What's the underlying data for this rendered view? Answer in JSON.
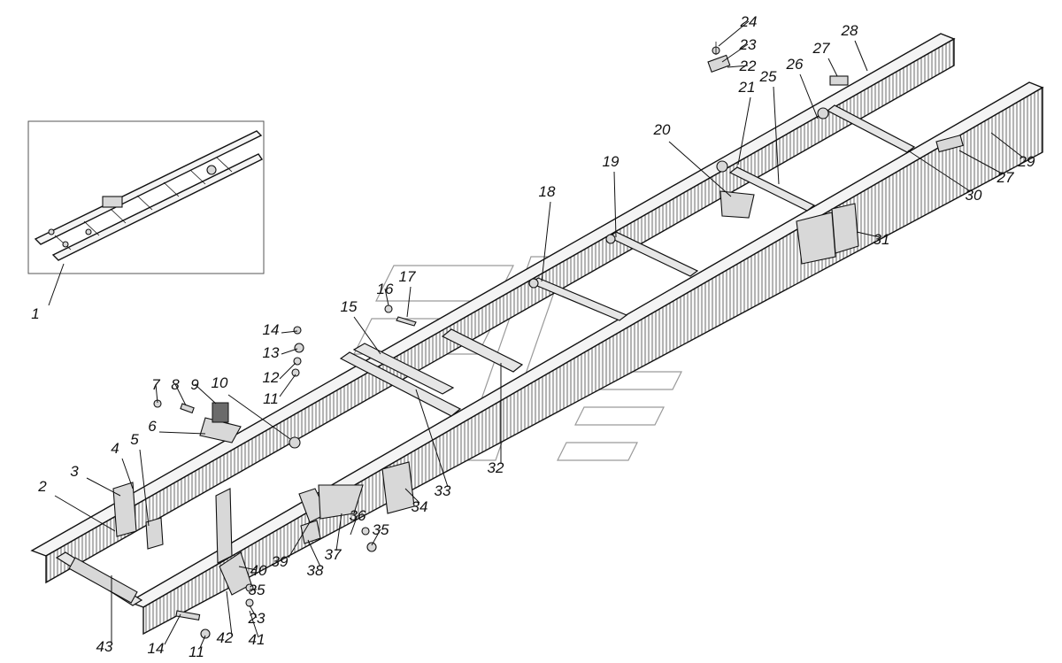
{
  "callouts": [
    {
      "label": "1"
    },
    {
      "label": "2"
    },
    {
      "label": "3"
    },
    {
      "label": "4"
    },
    {
      "label": "5"
    },
    {
      "label": "6"
    },
    {
      "label": "7"
    },
    {
      "label": "8"
    },
    {
      "label": "9"
    },
    {
      "label": "10"
    },
    {
      "label": "11"
    },
    {
      "label": "12"
    },
    {
      "label": "13"
    },
    {
      "label": "14"
    },
    {
      "label": "15"
    },
    {
      "label": "16"
    },
    {
      "label": "17"
    },
    {
      "label": "18"
    },
    {
      "label": "19"
    },
    {
      "label": "20"
    },
    {
      "label": "21"
    },
    {
      "label": "22"
    },
    {
      "label": "23"
    },
    {
      "label": "24"
    },
    {
      "label": "25"
    },
    {
      "label": "26"
    },
    {
      "label": "27"
    },
    {
      "label": "28"
    },
    {
      "label": "29"
    },
    {
      "label": "30"
    },
    {
      "label": "27"
    },
    {
      "label": "31"
    },
    {
      "label": "32"
    },
    {
      "label": "33"
    },
    {
      "label": "34"
    },
    {
      "label": "35"
    },
    {
      "label": "36"
    },
    {
      "label": "37"
    },
    {
      "label": "38"
    },
    {
      "label": "39"
    },
    {
      "label": "40"
    },
    {
      "label": "35"
    },
    {
      "label": "23"
    },
    {
      "label": "41"
    },
    {
      "label": "42"
    },
    {
      "label": "11"
    },
    {
      "label": "14"
    },
    {
      "label": "43"
    }
  ]
}
